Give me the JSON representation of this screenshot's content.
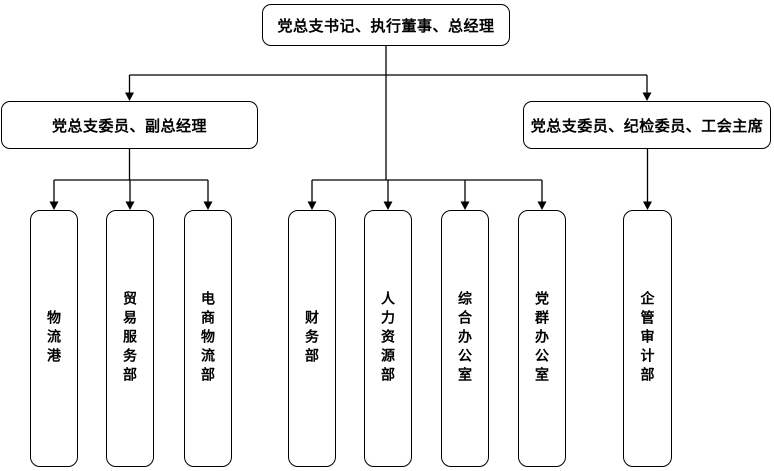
{
  "chart": {
    "root": {
      "label": "党总支书记、执行董事、总经理"
    },
    "branches": [
      {
        "label": "党总支委员、副总经理"
      },
      {
        "label": "党总支委员、纪检委员、工会主席"
      }
    ],
    "departments": [
      {
        "label": "物流港"
      },
      {
        "label": "贸易服务部"
      },
      {
        "label": "电商物流部"
      },
      {
        "label": "财务部"
      },
      {
        "label": "人力资源部"
      },
      {
        "label": "综合办公室"
      },
      {
        "label": "党群办公室"
      },
      {
        "label": "企管审计部"
      }
    ],
    "colors": {
      "line": "#000000",
      "node_border": "#000000",
      "node_fill": "#ffffff",
      "text": "#000000",
      "background": "#ffffff"
    }
  }
}
